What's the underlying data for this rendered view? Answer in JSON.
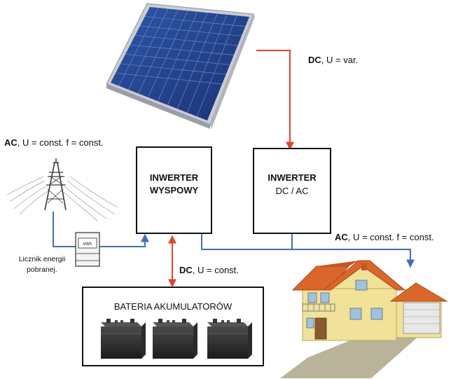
{
  "colors": {
    "dc_line": "#e0452b",
    "ac_line": "#3f6fb6",
    "panel_cell": "#1f3e86",
    "roof": "#d9662b",
    "house_wall": "#f1e29a"
  },
  "labels": {
    "dc_solar_bold": "DC",
    "dc_solar_rest": ", U = var.",
    "ac_grid_bold": "AC",
    "ac_grid_rest": ", U = const. f = const.",
    "ac_out_bold": "AC",
    "ac_out_rest": ", U = const. f = const.",
    "dc_battery_bold": "DC",
    "dc_battery_rest": ", U = const.",
    "meter_line1": "Licznik energii",
    "meter_line2": "pobranej.",
    "meter_display": "kWh"
  },
  "boxes": {
    "island_inverter": {
      "line1": "INWERTER",
      "line2": "WYSPOWY"
    },
    "dcac_inverter": {
      "line1": "INWERTER",
      "line2": "DC / AC"
    },
    "battery_bank": {
      "title": "BATERIA AKUMULATORÓW"
    }
  },
  "icons": {
    "solar_panel": "solar-panel-icon",
    "pylon": "power-pylon-icon",
    "meter": "energy-meter-icon",
    "battery": "battery-icon",
    "house": "house-icon"
  }
}
